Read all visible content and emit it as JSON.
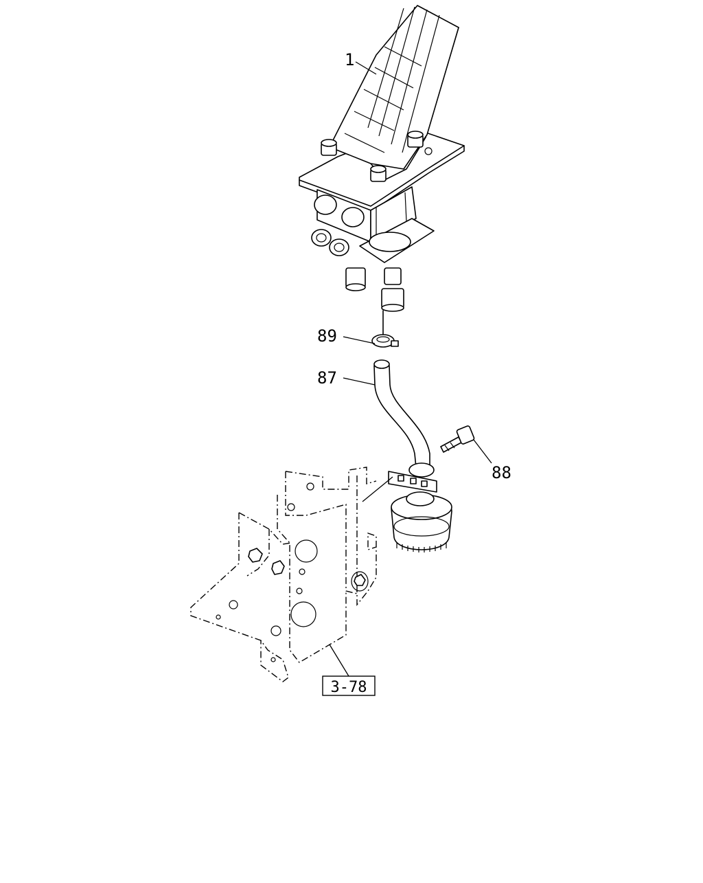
{
  "callouts": {
    "pedal_valve": "1",
    "clamp": "89",
    "hose": "87",
    "bolt": "88",
    "bracket_ref": "3-78"
  }
}
